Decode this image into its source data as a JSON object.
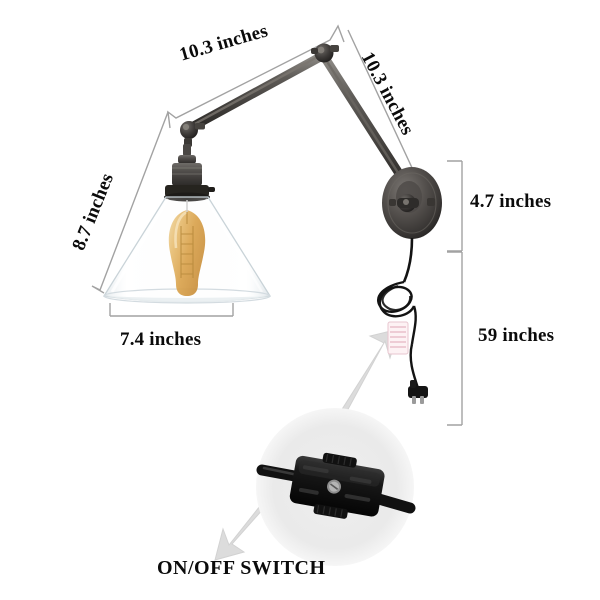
{
  "product": {
    "type": "swing-arm-wall-lamp",
    "finish_color": "#4a4846",
    "shade": "clear-glass-cone",
    "bulb": "amber-edison-bulb",
    "cord_color": "#121212",
    "background": "#ffffff"
  },
  "dimensions": {
    "upper_arm": "10.3 inches",
    "lower_arm": "10.3 inches",
    "shade_height": "8.7 inches",
    "backplate": "4.7 inches",
    "cord_length": "59 inches",
    "shade_width": "7.4 inches"
  },
  "callouts": {
    "switch_label": "ON/OFF SWITCH"
  },
  "icons": {
    "arrow_to_cord": "arrow-up-right-icon",
    "arrow_to_label": "arrow-down-left-icon"
  },
  "colors": {
    "text": "#0b0b0b",
    "dimension_line": "#9a9a9a",
    "callout_arrow": "#d9d9d9",
    "detail_circle": "#ececec",
    "metal_dark": "#3a3836",
    "metal_mid": "#55524f",
    "metal_light": "#7d7a76",
    "glass": "#f2f5f7",
    "bulb_amber": "#e0a94e"
  }
}
